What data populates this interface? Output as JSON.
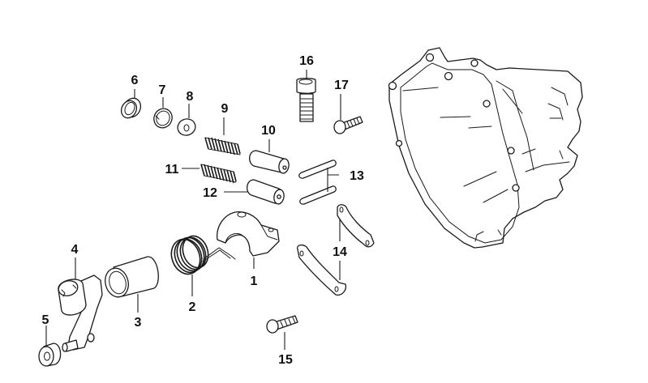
{
  "title": "Gear shift mechanism exploded parts diagram",
  "colors": {
    "line": "#1a1a1a",
    "background": "#ffffff",
    "label": "#111111"
  },
  "parts": [
    {
      "number": "1",
      "name": "shift-finger-bracket"
    },
    {
      "number": "2",
      "name": "torsion-spring"
    },
    {
      "number": "3",
      "name": "sleeve-bushing"
    },
    {
      "number": "4",
      "name": "shift-lever-arm"
    },
    {
      "number": "5",
      "name": "roller"
    },
    {
      "number": "6",
      "name": "ring-bushing"
    },
    {
      "number": "7",
      "name": "circlip"
    },
    {
      "number": "8",
      "name": "washer"
    },
    {
      "number": "9",
      "name": "compression-spring-upper"
    },
    {
      "number": "10",
      "name": "detent-plunger-upper"
    },
    {
      "number": "11",
      "name": "compression-spring-lower"
    },
    {
      "number": "12",
      "name": "detent-plunger-lower"
    },
    {
      "number": "13",
      "name": "pins"
    },
    {
      "number": "14",
      "name": "retaining-brackets"
    },
    {
      "number": "15",
      "name": "hex-bolt-lower"
    },
    {
      "number": "16",
      "name": "socket-head-bolt"
    },
    {
      "number": "17",
      "name": "hex-bolt-upper"
    }
  ],
  "housing": {
    "name": "transmission-housing"
  }
}
